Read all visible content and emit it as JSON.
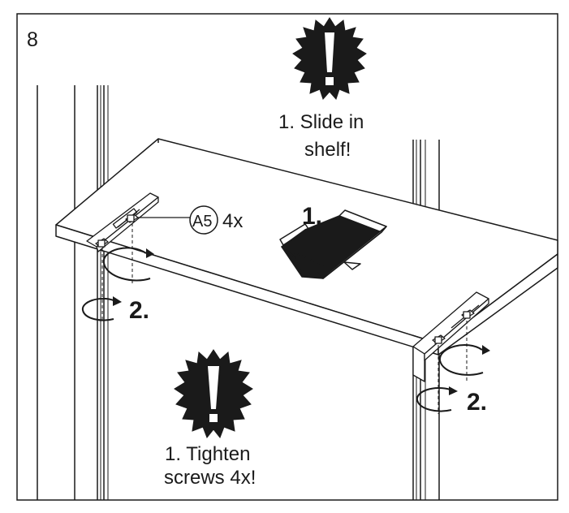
{
  "step_number": "8",
  "warning_top": {
    "line1": "1. Slide in",
    "line2": "shelf!"
  },
  "warning_bottom": {
    "line1": "1. Tighten",
    "line2": "screws 4x!"
  },
  "slide_arrow_label": "1.",
  "part_callout": {
    "code": "A5",
    "quantity": "4x"
  },
  "rotation_label_left": "2.",
  "rotation_label_right": "2.",
  "colors": {
    "ink": "#1a1a1a",
    "background": "#ffffff"
  }
}
